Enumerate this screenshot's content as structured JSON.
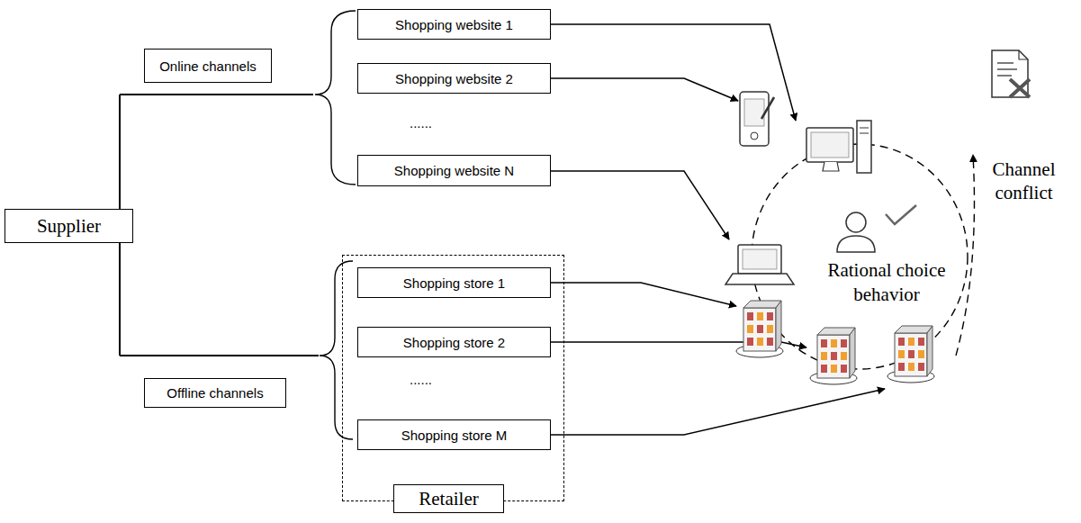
{
  "diagram": {
    "nodes": [
      {
        "text": [
          "Supplier"
        ]
      },
      {
        "text": [
          "Online channels"
        ]
      },
      {
        "text": [
          "Shopping website 1"
        ]
      },
      {
        "text": [
          "Shopping website 2"
        ]
      },
      {
        "text": [
          "Shopping website N"
        ]
      },
      {
        "text": [
          "Offline channels"
        ]
      },
      {
        "text": [
          "Retailer"
        ]
      },
      {
        "text": [
          "Shopping store 1"
        ],
        "in": 6
      },
      {
        "text": [
          "Shopping store 2"
        ],
        "in": 6
      },
      {
        "text": [
          "Shopping store M"
        ],
        "in": 6
      }
    ],
    "labels": [
      "......",
      "......",
      "Rational choice behavior",
      "Channel conflict"
    ]
  }
}
